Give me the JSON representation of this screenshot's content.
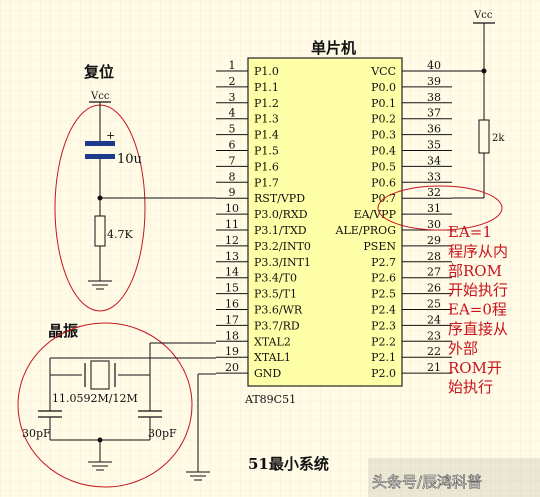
{
  "chip": {
    "title": "单片机",
    "model": "AT89C51",
    "left_pins": [
      {
        "num": "1",
        "label": "P1.0"
      },
      {
        "num": "2",
        "label": "P1.1"
      },
      {
        "num": "3",
        "label": "P1.2"
      },
      {
        "num": "4",
        "label": "P1.3"
      },
      {
        "num": "5",
        "label": "P1.4"
      },
      {
        "num": "6",
        "label": "P1.5"
      },
      {
        "num": "7",
        "label": "P1.6"
      },
      {
        "num": "8",
        "label": "P1.7"
      },
      {
        "num": "9",
        "label": "RST/VPD"
      },
      {
        "num": "10",
        "label": "P3.0/RXD"
      },
      {
        "num": "11",
        "label": "P3.1/TXD"
      },
      {
        "num": "12",
        "label": "P3.2/INT0"
      },
      {
        "num": "13",
        "label": "P3.3/INT1"
      },
      {
        "num": "14",
        "label": "P3.4/T0"
      },
      {
        "num": "15",
        "label": "P3.5/T1"
      },
      {
        "num": "16",
        "label": "P3.6/WR"
      },
      {
        "num": "17",
        "label": "P3.7/RD"
      },
      {
        "num": "18",
        "label": "XTAL2"
      },
      {
        "num": "19",
        "label": "XTAL1"
      },
      {
        "num": "20",
        "label": "GND"
      }
    ],
    "right_pins": [
      {
        "num": "40",
        "label": "VCC"
      },
      {
        "num": "39",
        "label": "P0.0"
      },
      {
        "num": "38",
        "label": "P0.1"
      },
      {
        "num": "37",
        "label": "P0.2"
      },
      {
        "num": "36",
        "label": "P0.3"
      },
      {
        "num": "35",
        "label": "P0.4"
      },
      {
        "num": "34",
        "label": "P0.5"
      },
      {
        "num": "33",
        "label": "P0.6"
      },
      {
        "num": "32",
        "label": "P0.7"
      },
      {
        "num": "31",
        "label": "EA/VPP"
      },
      {
        "num": "30",
        "label": "ALE/PROG"
      },
      {
        "num": "29",
        "label": "PSEN"
      },
      {
        "num": "28",
        "label": "P2.7"
      },
      {
        "num": "27",
        "label": "P2.6"
      },
      {
        "num": "26",
        "label": "P2.5"
      },
      {
        "num": "25",
        "label": "P2.4"
      },
      {
        "num": "24",
        "label": "P2.3"
      },
      {
        "num": "23",
        "label": "P2.2"
      },
      {
        "num": "22",
        "label": "P2.1"
      },
      {
        "num": "21",
        "label": "P2.0"
      }
    ]
  },
  "reset": {
    "label": "复位",
    "vcc": "Vcc",
    "plus": "+",
    "capacitor": "10u",
    "resistor": "4.7K"
  },
  "crystal": {
    "label": "晶振",
    "frequency": "11.0592M/12M",
    "cap_left": "30pF",
    "cap_right": "30pF"
  },
  "ea": {
    "vcc": "Vcc",
    "resistor": "2k",
    "notes": [
      "EA=1",
      "程序从内",
      "部ROM",
      "开始执行",
      "EA=0程",
      "序直接从",
      "外部",
      "ROM开",
      "始执行"
    ]
  },
  "caption": "51最小系统",
  "watermark": "头条号/辰鸿科普",
  "colors": {
    "annotation": "#c8141e",
    "chip_fill": "#ffffa8",
    "background": "#fffbe6"
  }
}
